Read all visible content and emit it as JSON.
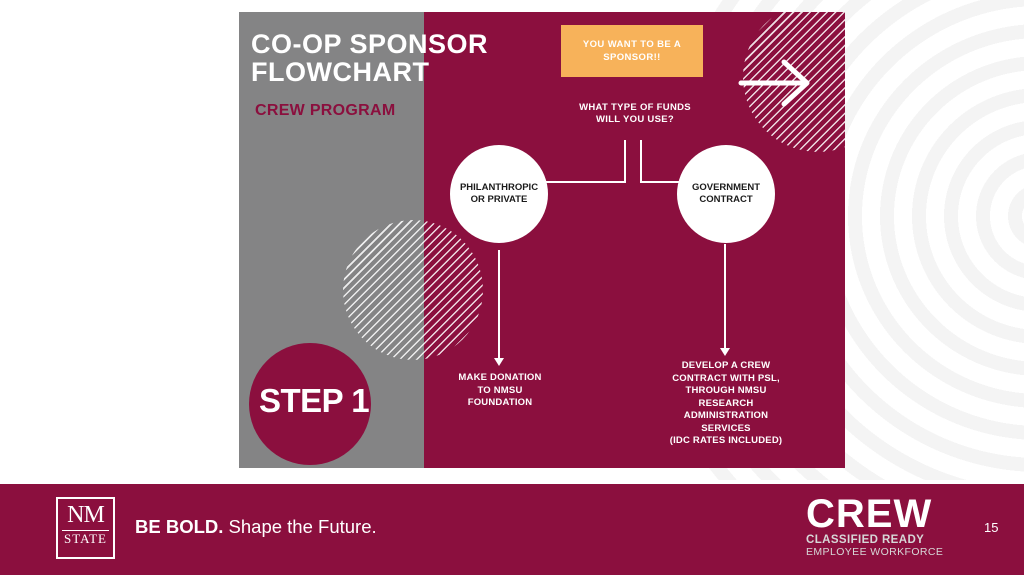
{
  "slide": {
    "title_line1": "CO-OP SPONSOR",
    "title_line2": "FLOWCHART",
    "subtitle": "CREW PROGRAM",
    "step_label": "STEP 1",
    "callout": "YOU WANT TO BE A SPONSOR!!",
    "question_line1": "WHAT TYPE OF FUNDS",
    "question_line2": "WILL YOU USE?",
    "left_node_line1": "PHILANTHROPIC",
    "left_node_line2": "OR PRIVATE",
    "right_node_line1": "GOVERNMENT",
    "right_node_line2": "CONTRACT",
    "left_result": "MAKE DONATION\nTO  NMSU\nFOUNDATION",
    "right_result": "DEVELOP A CREW\nCONTRACT WITH PSL,\nTHROUGH NMSU\nRESEARCH\nADMINISTRATION\nSERVICES\n(IDC RATES INCLUDED)",
    "arrow_icon": "right-arrow-icon"
  },
  "footer": {
    "logo_nm": "NM",
    "logo_state": "STATE",
    "tagline_bold": "BE BOLD.",
    "tagline_rest": " Shape the Future.",
    "crew_word": "CREW",
    "crew_sub1": "CLASSIFIED READY",
    "crew_sub2": "EMPLOYEE WORKFORCE",
    "page_number": "15"
  },
  "colors": {
    "crimson": "#8b0f3e",
    "gray": "#848485",
    "orange": "#f7b25a"
  }
}
